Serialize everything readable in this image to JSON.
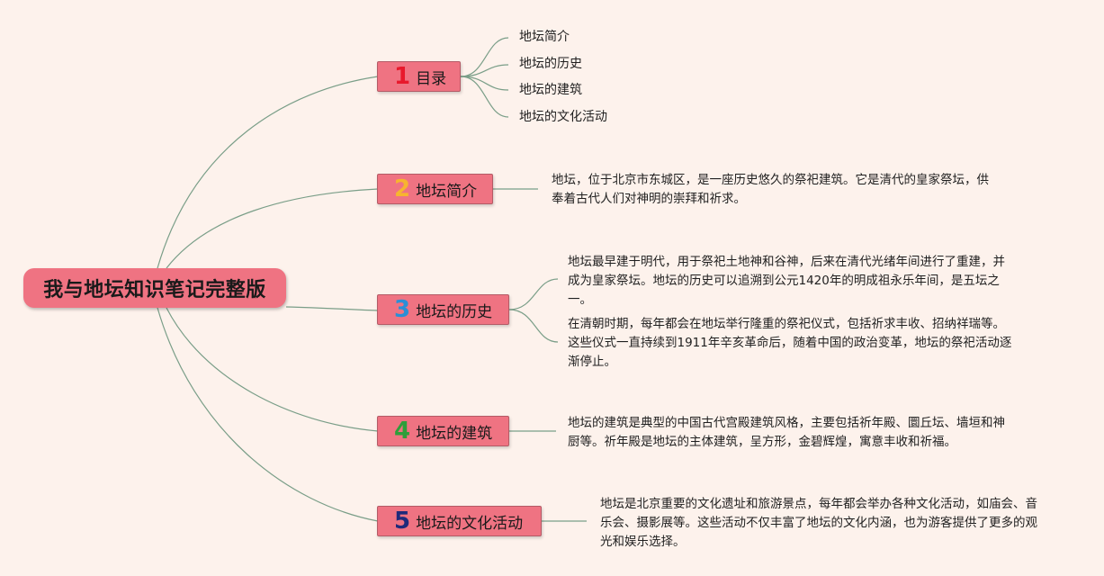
{
  "root": {
    "title": "我与地坛知识笔记完整版"
  },
  "branches": [
    {
      "number": "1",
      "number_color": "#e8192c",
      "title": "目录",
      "leaves": [
        "地坛简介",
        "地坛的历史",
        "地坛的建筑",
        "地坛的文化活动"
      ]
    },
    {
      "number": "2",
      "number_color": "#f7b52f",
      "title": "地坛简介",
      "paragraphs": [
        "地坛，位于北京市东城区，是一座历史悠久的祭祀建筑。它是清代的皇家祭坛，供奉着古代人们对神明的崇拜和祈求。"
      ]
    },
    {
      "number": "3",
      "number_color": "#2b8fd6",
      "title": "地坛的历史",
      "paragraphs": [
        "地坛最早建于明代，用于祭祀土地神和谷神，后来在清代光绪年间进行了重建，并成为皇家祭坛。地坛的历史可以追溯到公元1420年的明成祖永乐年间，是五坛之一。",
        "在清朝时期，每年都会在地坛举行隆重的祭祀仪式，包括祈求丰收、招纳祥瑞等。这些仪式一直持续到1911年辛亥革命后，随着中国的政治变革，地坛的祭祀活动逐渐停止。"
      ]
    },
    {
      "number": "4",
      "number_color": "#2e9e3a",
      "title": "地坛的建筑",
      "paragraphs": [
        "地坛的建筑是典型的中国古代宫殿建筑风格，主要包括祈年殿、圜丘坛、墙垣和神厨等。祈年殿是地坛的主体建筑，呈方形，金碧辉煌，寓意丰收和祈福。"
      ]
    },
    {
      "number": "5",
      "number_color": "#1f2a7a",
      "title": "地坛的文化活动",
      "paragraphs": [
        "地坛是北京重要的文化遗址和旅游景点，每年都会举办各种文化活动，如庙会、音乐会、摄影展等。这些活动不仅丰富了地坛的文化内涵，也为游客提供了更多的观光和娱乐选择。"
      ]
    }
  ]
}
